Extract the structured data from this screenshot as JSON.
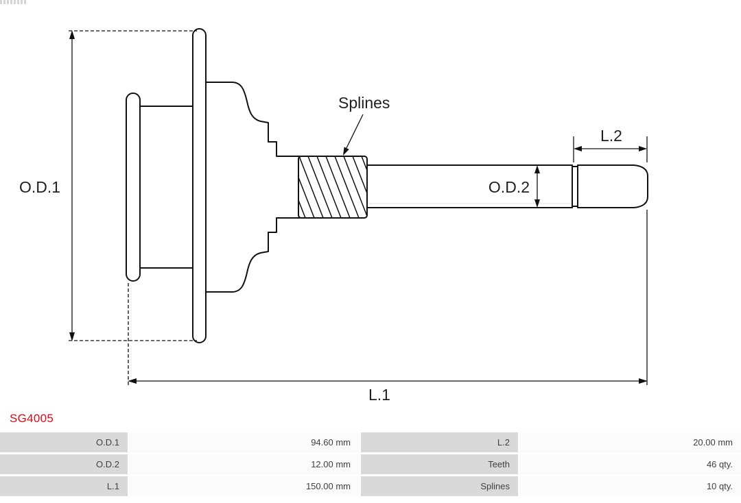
{
  "part_code": "SG4005",
  "diagram_labels": {
    "od1": "O.D.1",
    "od2": "O.D.2",
    "l1": "L.1",
    "l2": "L.2",
    "splines": "Splines"
  },
  "colors": {
    "part_code_red": "#e30613",
    "line_color": "#111111",
    "table_label_bg": "#d9d9d9",
    "table_value_bg": "#fbfbfb"
  },
  "table": {
    "rows": [
      [
        "O.D.1",
        "94.60 mm",
        "L.2",
        "20.00 mm"
      ],
      [
        "O.D.2",
        "12.00 mm",
        "Teeth",
        "46 qty."
      ],
      [
        "L.1",
        "150.00 mm",
        "Splines",
        "10 qty."
      ]
    ]
  }
}
